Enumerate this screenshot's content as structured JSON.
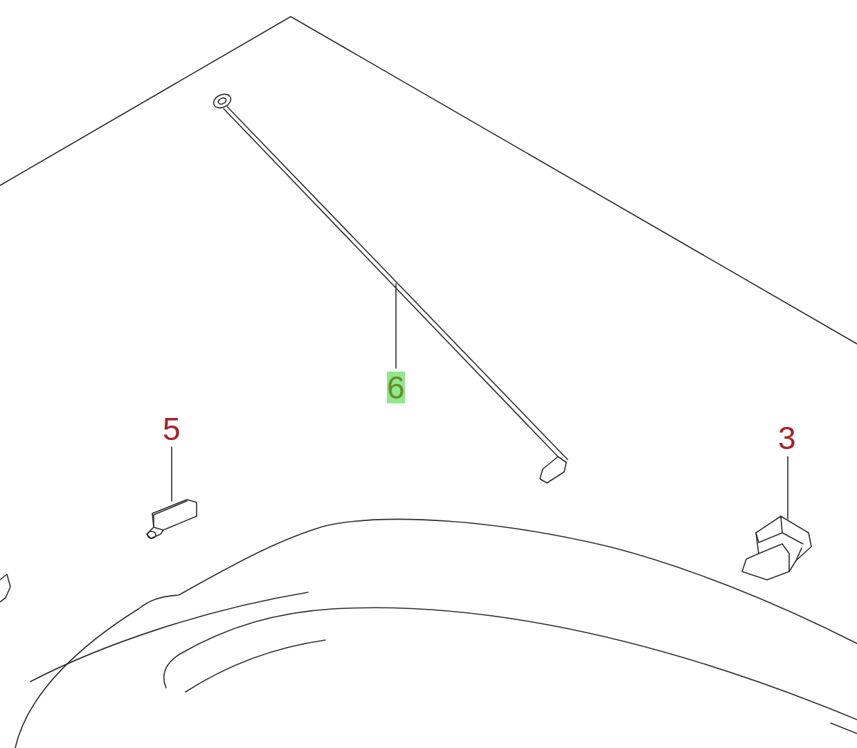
{
  "diagram": {
    "labels": [
      "6",
      "5",
      "3"
    ]
  }
}
